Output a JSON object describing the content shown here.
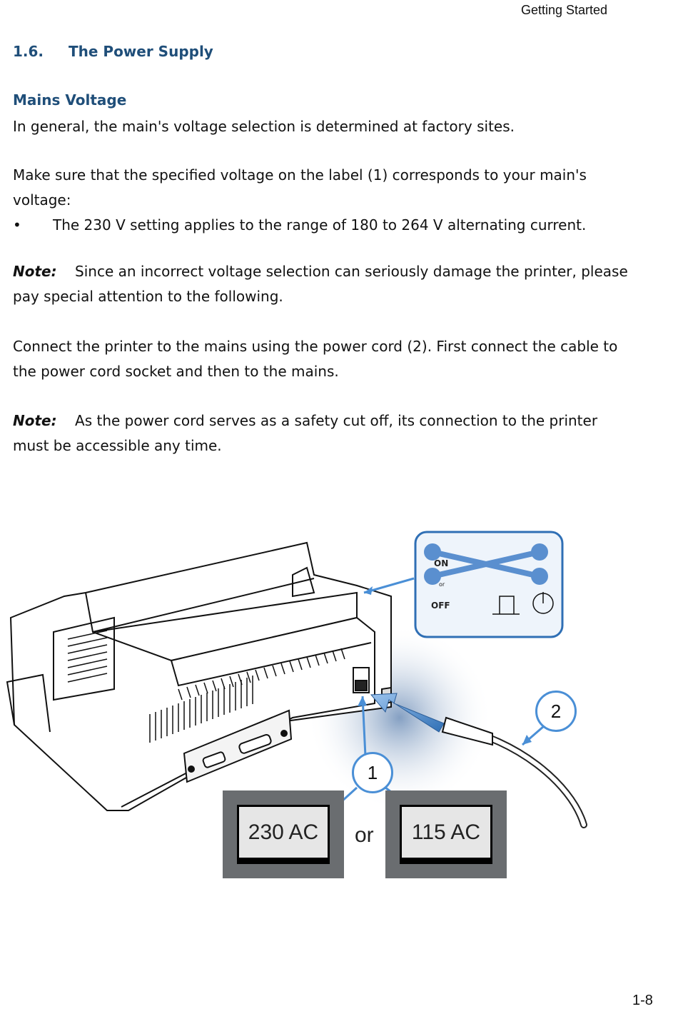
{
  "header": {
    "section": "Getting Started"
  },
  "section": {
    "number": "1.6.",
    "title": "The Power Supply"
  },
  "subheading": "Mains Voltage",
  "paragraphs": {
    "p1": "In general, the main's voltage selection is determined at factory sites.",
    "p2": "Make sure that the specified voltage on the label (1) corresponds to your main's voltage:",
    "bullet": "The 230 V setting applies to the range of 180 to 264 V alternating current.",
    "note1_label": "Note:",
    "note1_text": "Since an incorrect voltage selection can seriously damage the printer, please pay special attention to the following.",
    "p3": "Connect the printer to the mains using the power cord (2). First connect the cable to the power cord socket and then to the mains.",
    "note2_label": "Note:",
    "note2_text": "As the power cord serves as a safety cut off, its connection to the printer must be accessible any time."
  },
  "figure": {
    "switch_on": "ON",
    "switch_or": "or",
    "switch_off": "OFF",
    "label_230": "230 AC",
    "label_or": "or",
    "label_115": "115 AC",
    "callout_1": "1",
    "callout_2": "2",
    "accent_color": "#4a8fd6"
  },
  "footer": {
    "page": "1-8"
  }
}
